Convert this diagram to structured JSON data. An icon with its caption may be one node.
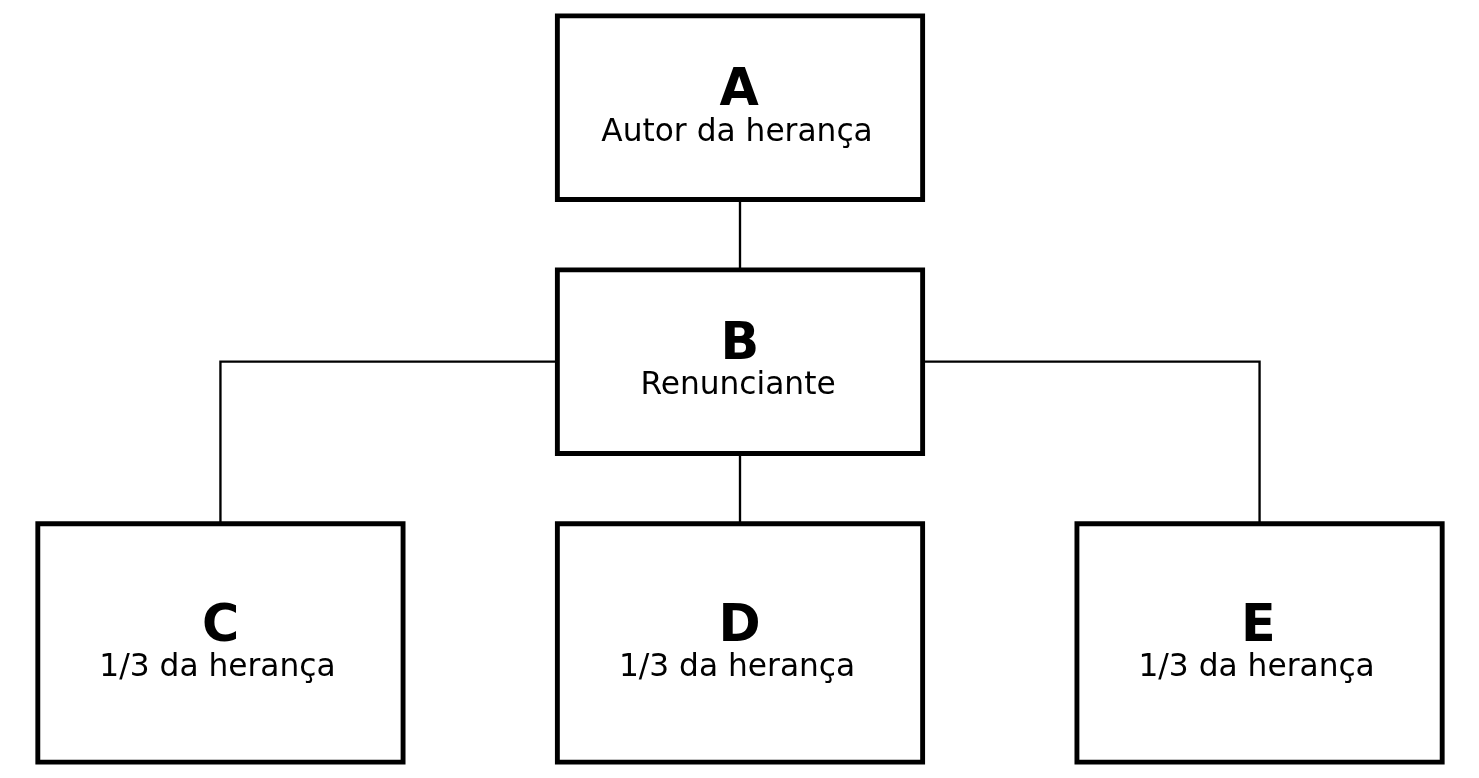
{
  "diagram": {
    "nodes": [
      {
        "text": [
          "A",
          "Autor da herança"
        ]
      },
      {
        "text": [
          "B",
          "Renunciante"
        ]
      },
      {
        "text": [
          "C",
          "1/3 da herança"
        ]
      },
      {
        "text": [
          "D",
          "1/3 da herança"
        ]
      },
      {
        "text": [
          "E",
          "1/3 da herança"
        ]
      }
    ],
    "edges": [
      {
        "from": 0,
        "to": 1,
        "arrow": "none"
      },
      {
        "from": 1,
        "to": 2,
        "arrow": "none"
      },
      {
        "from": 1,
        "to": 3,
        "arrow": "none"
      },
      {
        "from": 1,
        "to": 4,
        "arrow": "none"
      }
    ]
  }
}
